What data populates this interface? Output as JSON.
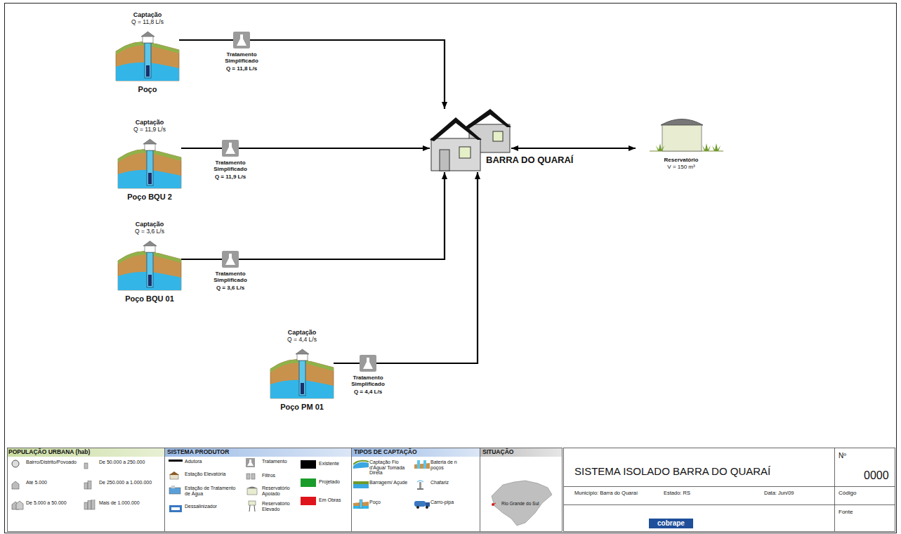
{
  "diagram": {
    "title": "SISTEMA ISOLADO BARRA DO QUARAÍ",
    "nodes": [
      {
        "text": [
          "Captação",
          "Q = 11,8 L/s",
          "Poço"
        ]
      },
      {
        "text": [
          "Tratamento Simplificado",
          "Q = 11,8 L/s"
        ]
      },
      {
        "text": [
          "Captação",
          "Q = 11,9 L/s",
          "Poço BQU 2"
        ]
      },
      {
        "text": [
          "Tratamento Simplificado",
          "Q = 11,9 L/s"
        ]
      },
      {
        "text": [
          "Captação",
          "Q = 3,6 L/s",
          "Poço BQU 01"
        ]
      },
      {
        "text": [
          "Tratamento Simplificado",
          "Q = 3,6 L/s"
        ]
      },
      {
        "text": [
          "Captação",
          "Q = 4,4 L/s",
          "Poço PM 01"
        ]
      },
      {
        "text": [
          "Tratamento Simplificado",
          "Q = 4,4 L/s"
        ]
      },
      {
        "text": [
          "BARRA DO QUARAÍ"
        ]
      },
      {
        "text": [
          "Reservatório",
          "V = 150 m³"
        ]
      }
    ],
    "edges": [
      {
        "from": 0,
        "to": 1,
        "arrow": "none"
      },
      {
        "from": 1,
        "to": 8,
        "arrow": "to"
      },
      {
        "from": 2,
        "to": 3,
        "arrow": "none"
      },
      {
        "from": 3,
        "to": 8,
        "arrow": "to"
      },
      {
        "from": 4,
        "to": 5,
        "arrow": "none"
      },
      {
        "from": 5,
        "to": 8,
        "arrow": "to"
      },
      {
        "from": 6,
        "to": 7,
        "arrow": "none"
      },
      {
        "from": 7,
        "to": 8,
        "arrow": "to"
      },
      {
        "from": 9,
        "to": 8,
        "arrow": "both"
      }
    ],
    "labels": [
      "POPULAÇÃO URBANA (hab)",
      "SISTEMA PRODUTOR",
      "TIPOS DE CAPTAÇÃO",
      "SITUAÇÃO",
      "Rio Grande do Sul",
      "Município: Barra do Quaraí",
      "Estado: RS",
      "Data: Jun/09",
      "Nº",
      "0000",
      "Código",
      "Fonte",
      "cobrape"
    ],
    "legend": [
      {
        "text": "Bairro/Distrito/Povoado"
      },
      {
        "text": "De 50.000 a 250.000"
      },
      {
        "text": "Até 5.000"
      },
      {
        "text": "De 250.000 a 1.000.000"
      },
      {
        "text": "De 5.000 a 50.000"
      },
      {
        "text": "Mais de 1.000.000"
      },
      {
        "text": "Adutora"
      },
      {
        "text": "Tratamento"
      },
      {
        "text": "Existente",
        "color": "#000000"
      },
      {
        "text": "Estação Elevatória"
      },
      {
        "text": "Filtros"
      },
      {
        "text": "Projetado",
        "color": "#1a9c2a"
      },
      {
        "text": "Estação de Tratamento de Água"
      },
      {
        "text": "Reservatório Apoiado"
      },
      {
        "text": "Em Obras",
        "color": "#e0141b"
      },
      {
        "text": "Dessalinizador"
      },
      {
        "text": "Reservatório Elevado"
      },
      {
        "text": "Captação Fio d'Água/ Tomada Direta"
      },
      {
        "text": "Bateria de n poços"
      },
      {
        "text": "Barragem/ Açude"
      },
      {
        "text": "Chafariz"
      },
      {
        "text": "Poço"
      },
      {
        "text": "Carro-pipa"
      }
    ]
  }
}
